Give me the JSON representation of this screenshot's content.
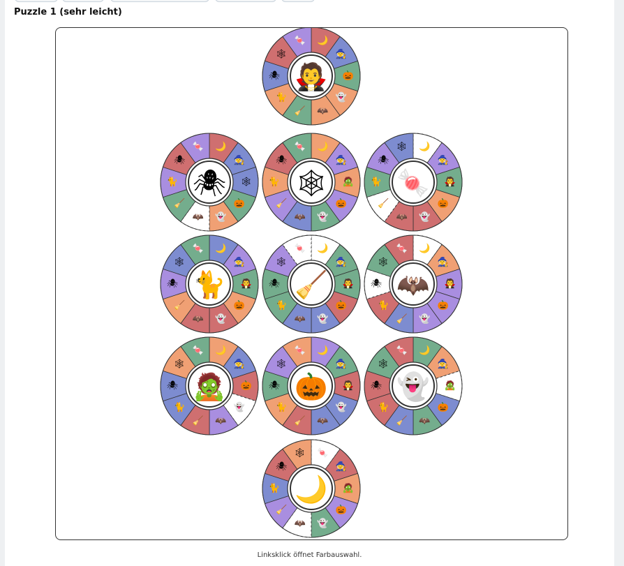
{
  "puzzle": {
    "title": "Puzzle 1 (sehr leicht)",
    "hint": "Linksklick öffnet Farbauswahl."
  },
  "top_tabs": [
    "",
    "",
    "",
    "",
    ""
  ],
  "colors": {
    "purple": "#a98ee0",
    "red": "#cf6f70",
    "blue": "#7d8cd0",
    "green": "#74ad8d",
    "orange": "#f0a074",
    "empty": "#ffffff",
    "center_ring": "#ffffff",
    "outline": "#333333"
  },
  "symbols": {
    "moon": "🌙",
    "witch": "🧙",
    "pumpkin": "🎃",
    "ghost": "👻",
    "bat": "🦇",
    "broom": "🧹",
    "cat": "🐈",
    "spider": "🕷",
    "web": "🕸",
    "candy": "🍬",
    "vampire": "🧛",
    "zombie": "🧟"
  },
  "wheels": [
    {
      "id": "vampire",
      "center": "vampire",
      "segments": [
        {
          "s": "moon",
          "c": "red"
        },
        {
          "s": "witch",
          "c": "blue"
        },
        {
          "s": "pumpkin",
          "c": "green"
        },
        {
          "s": "ghost",
          "c": "orange"
        },
        {
          "s": "bat",
          "c": "orange"
        },
        {
          "s": "broom",
          "c": "green"
        },
        {
          "s": "cat",
          "c": "orange"
        },
        {
          "s": "spider",
          "c": "blue"
        },
        {
          "s": "web",
          "c": "red"
        },
        {
          "s": "candy",
          "c": "purple"
        }
      ]
    },
    {
      "id": "spider",
      "center": "spider",
      "segments": [
        {
          "s": "moon",
          "c": "red"
        },
        {
          "s": "witch",
          "c": "blue"
        },
        {
          "s": "web",
          "c": "blue"
        },
        {
          "s": "pumpkin",
          "c": "green"
        },
        {
          "s": "ghost",
          "c": "orange"
        },
        {
          "s": "bat",
          "c": "empty"
        },
        {
          "s": "broom",
          "c": "green"
        },
        {
          "s": "cat",
          "c": "purple"
        },
        {
          "s": "spider",
          "c": "red"
        },
        {
          "s": "candy",
          "c": "purple"
        }
      ]
    },
    {
      "id": "web",
      "center": "web",
      "segments": [
        {
          "s": "moon",
          "c": "orange"
        },
        {
          "s": "witch",
          "c": "purple"
        },
        {
          "s": "zombie",
          "c": "orange"
        },
        {
          "s": "pumpkin",
          "c": "purple"
        },
        {
          "s": "ghost",
          "c": "green"
        },
        {
          "s": "bat",
          "c": "blue"
        },
        {
          "s": "broom",
          "c": "purple"
        },
        {
          "s": "cat",
          "c": "orange"
        },
        {
          "s": "spider",
          "c": "red"
        },
        {
          "s": "candy",
          "c": "green"
        }
      ]
    },
    {
      "id": "candy",
      "center": "candy",
      "segments": [
        {
          "s": "moon",
          "c": "empty"
        },
        {
          "s": "witch",
          "c": "purple"
        },
        {
          "s": "vampire",
          "c": "green"
        },
        {
          "s": "pumpkin",
          "c": "orange"
        },
        {
          "s": "ghost",
          "c": "red"
        },
        {
          "s": "bat",
          "c": "red"
        },
        {
          "s": "broom",
          "c": "empty"
        },
        {
          "s": "cat",
          "c": "green"
        },
        {
          "s": "spider",
          "c": "purple"
        },
        {
          "s": "web",
          "c": "blue"
        }
      ]
    },
    {
      "id": "cat",
      "center": "cat",
      "segments": [
        {
          "s": "moon",
          "c": "blue"
        },
        {
          "s": "witch",
          "c": "purple"
        },
        {
          "s": "vampire",
          "c": "green"
        },
        {
          "s": "pumpkin",
          "c": "orange"
        },
        {
          "s": "ghost",
          "c": "red"
        },
        {
          "s": "bat",
          "c": "red"
        },
        {
          "s": "broom",
          "c": "orange"
        },
        {
          "s": "spider",
          "c": "purple"
        },
        {
          "s": "web",
          "c": "blue"
        },
        {
          "s": "candy",
          "c": "green"
        }
      ]
    },
    {
      "id": "broom",
      "center": "broom",
      "segments": [
        {
          "s": "moon",
          "c": "empty"
        },
        {
          "s": "witch",
          "c": "green"
        },
        {
          "s": "vampire",
          "c": "green"
        },
        {
          "s": "pumpkin",
          "c": "red"
        },
        {
          "s": "ghost",
          "c": "blue"
        },
        {
          "s": "bat",
          "c": "blue"
        },
        {
          "s": "cat",
          "c": "green"
        },
        {
          "s": "spider",
          "c": "green"
        },
        {
          "s": "web",
          "c": "purple"
        },
        {
          "s": "candy",
          "c": "empty"
        }
      ]
    },
    {
      "id": "bat",
      "center": "bat",
      "segments": [
        {
          "s": "moon",
          "c": "empty"
        },
        {
          "s": "witch",
          "c": "orange"
        },
        {
          "s": "vampire",
          "c": "purple"
        },
        {
          "s": "pumpkin",
          "c": "purple"
        },
        {
          "s": "ghost",
          "c": "purple"
        },
        {
          "s": "broom",
          "c": "blue"
        },
        {
          "s": "cat",
          "c": "red"
        },
        {
          "s": "spider",
          "c": "empty"
        },
        {
          "s": "web",
          "c": "green"
        },
        {
          "s": "candy",
          "c": "red"
        }
      ]
    },
    {
      "id": "zombie",
      "center": "zombie",
      "segments": [
        {
          "s": "moon",
          "c": "orange"
        },
        {
          "s": "witch",
          "c": "blue"
        },
        {
          "s": "pumpkin",
          "c": "red"
        },
        {
          "s": "ghost",
          "c": "empty"
        },
        {
          "s": "bat",
          "c": "purple"
        },
        {
          "s": "broom",
          "c": "red"
        },
        {
          "s": "cat",
          "c": "blue"
        },
        {
          "s": "spider",
          "c": "blue"
        },
        {
          "s": "web",
          "c": "orange"
        },
        {
          "s": "candy",
          "c": "green"
        }
      ]
    },
    {
      "id": "pumpkin",
      "center": "pumpkin",
      "segments": [
        {
          "s": "moon",
          "c": "purple"
        },
        {
          "s": "witch",
          "c": "green"
        },
        {
          "s": "vampire",
          "c": "red"
        },
        {
          "s": "ghost",
          "c": "blue"
        },
        {
          "s": "bat",
          "c": "blue"
        },
        {
          "s": "broom",
          "c": "red"
        },
        {
          "s": "cat",
          "c": "orange"
        },
        {
          "s": "spider",
          "c": "green"
        },
        {
          "s": "web",
          "c": "purple"
        },
        {
          "s": "candy",
          "c": "orange"
        }
      ]
    },
    {
      "id": "ghost",
      "center": "ghost",
      "segments": [
        {
          "s": "moon",
          "c": "green"
        },
        {
          "s": "witch",
          "c": "orange"
        },
        {
          "s": "zombie",
          "c": "empty"
        },
        {
          "s": "pumpkin",
          "c": "blue"
        },
        {
          "s": "bat",
          "c": "green"
        },
        {
          "s": "broom",
          "c": "blue"
        },
        {
          "s": "cat",
          "c": "red"
        },
        {
          "s": "spider",
          "c": "red"
        },
        {
          "s": "web",
          "c": "green"
        },
        {
          "s": "candy",
          "c": "red"
        }
      ]
    },
    {
      "id": "moon",
      "center": "moon",
      "segments": [
        {
          "s": "candy",
          "c": "empty"
        },
        {
          "s": "witch",
          "c": "red"
        },
        {
          "s": "zombie",
          "c": "orange"
        },
        {
          "s": "pumpkin",
          "c": "purple"
        },
        {
          "s": "ghost",
          "c": "green"
        },
        {
          "s": "bat",
          "c": "empty"
        },
        {
          "s": "broom",
          "c": "purple"
        },
        {
          "s": "cat",
          "c": "blue"
        },
        {
          "s": "spider",
          "c": "red"
        },
        {
          "s": "web",
          "c": "orange"
        }
      ]
    }
  ]
}
